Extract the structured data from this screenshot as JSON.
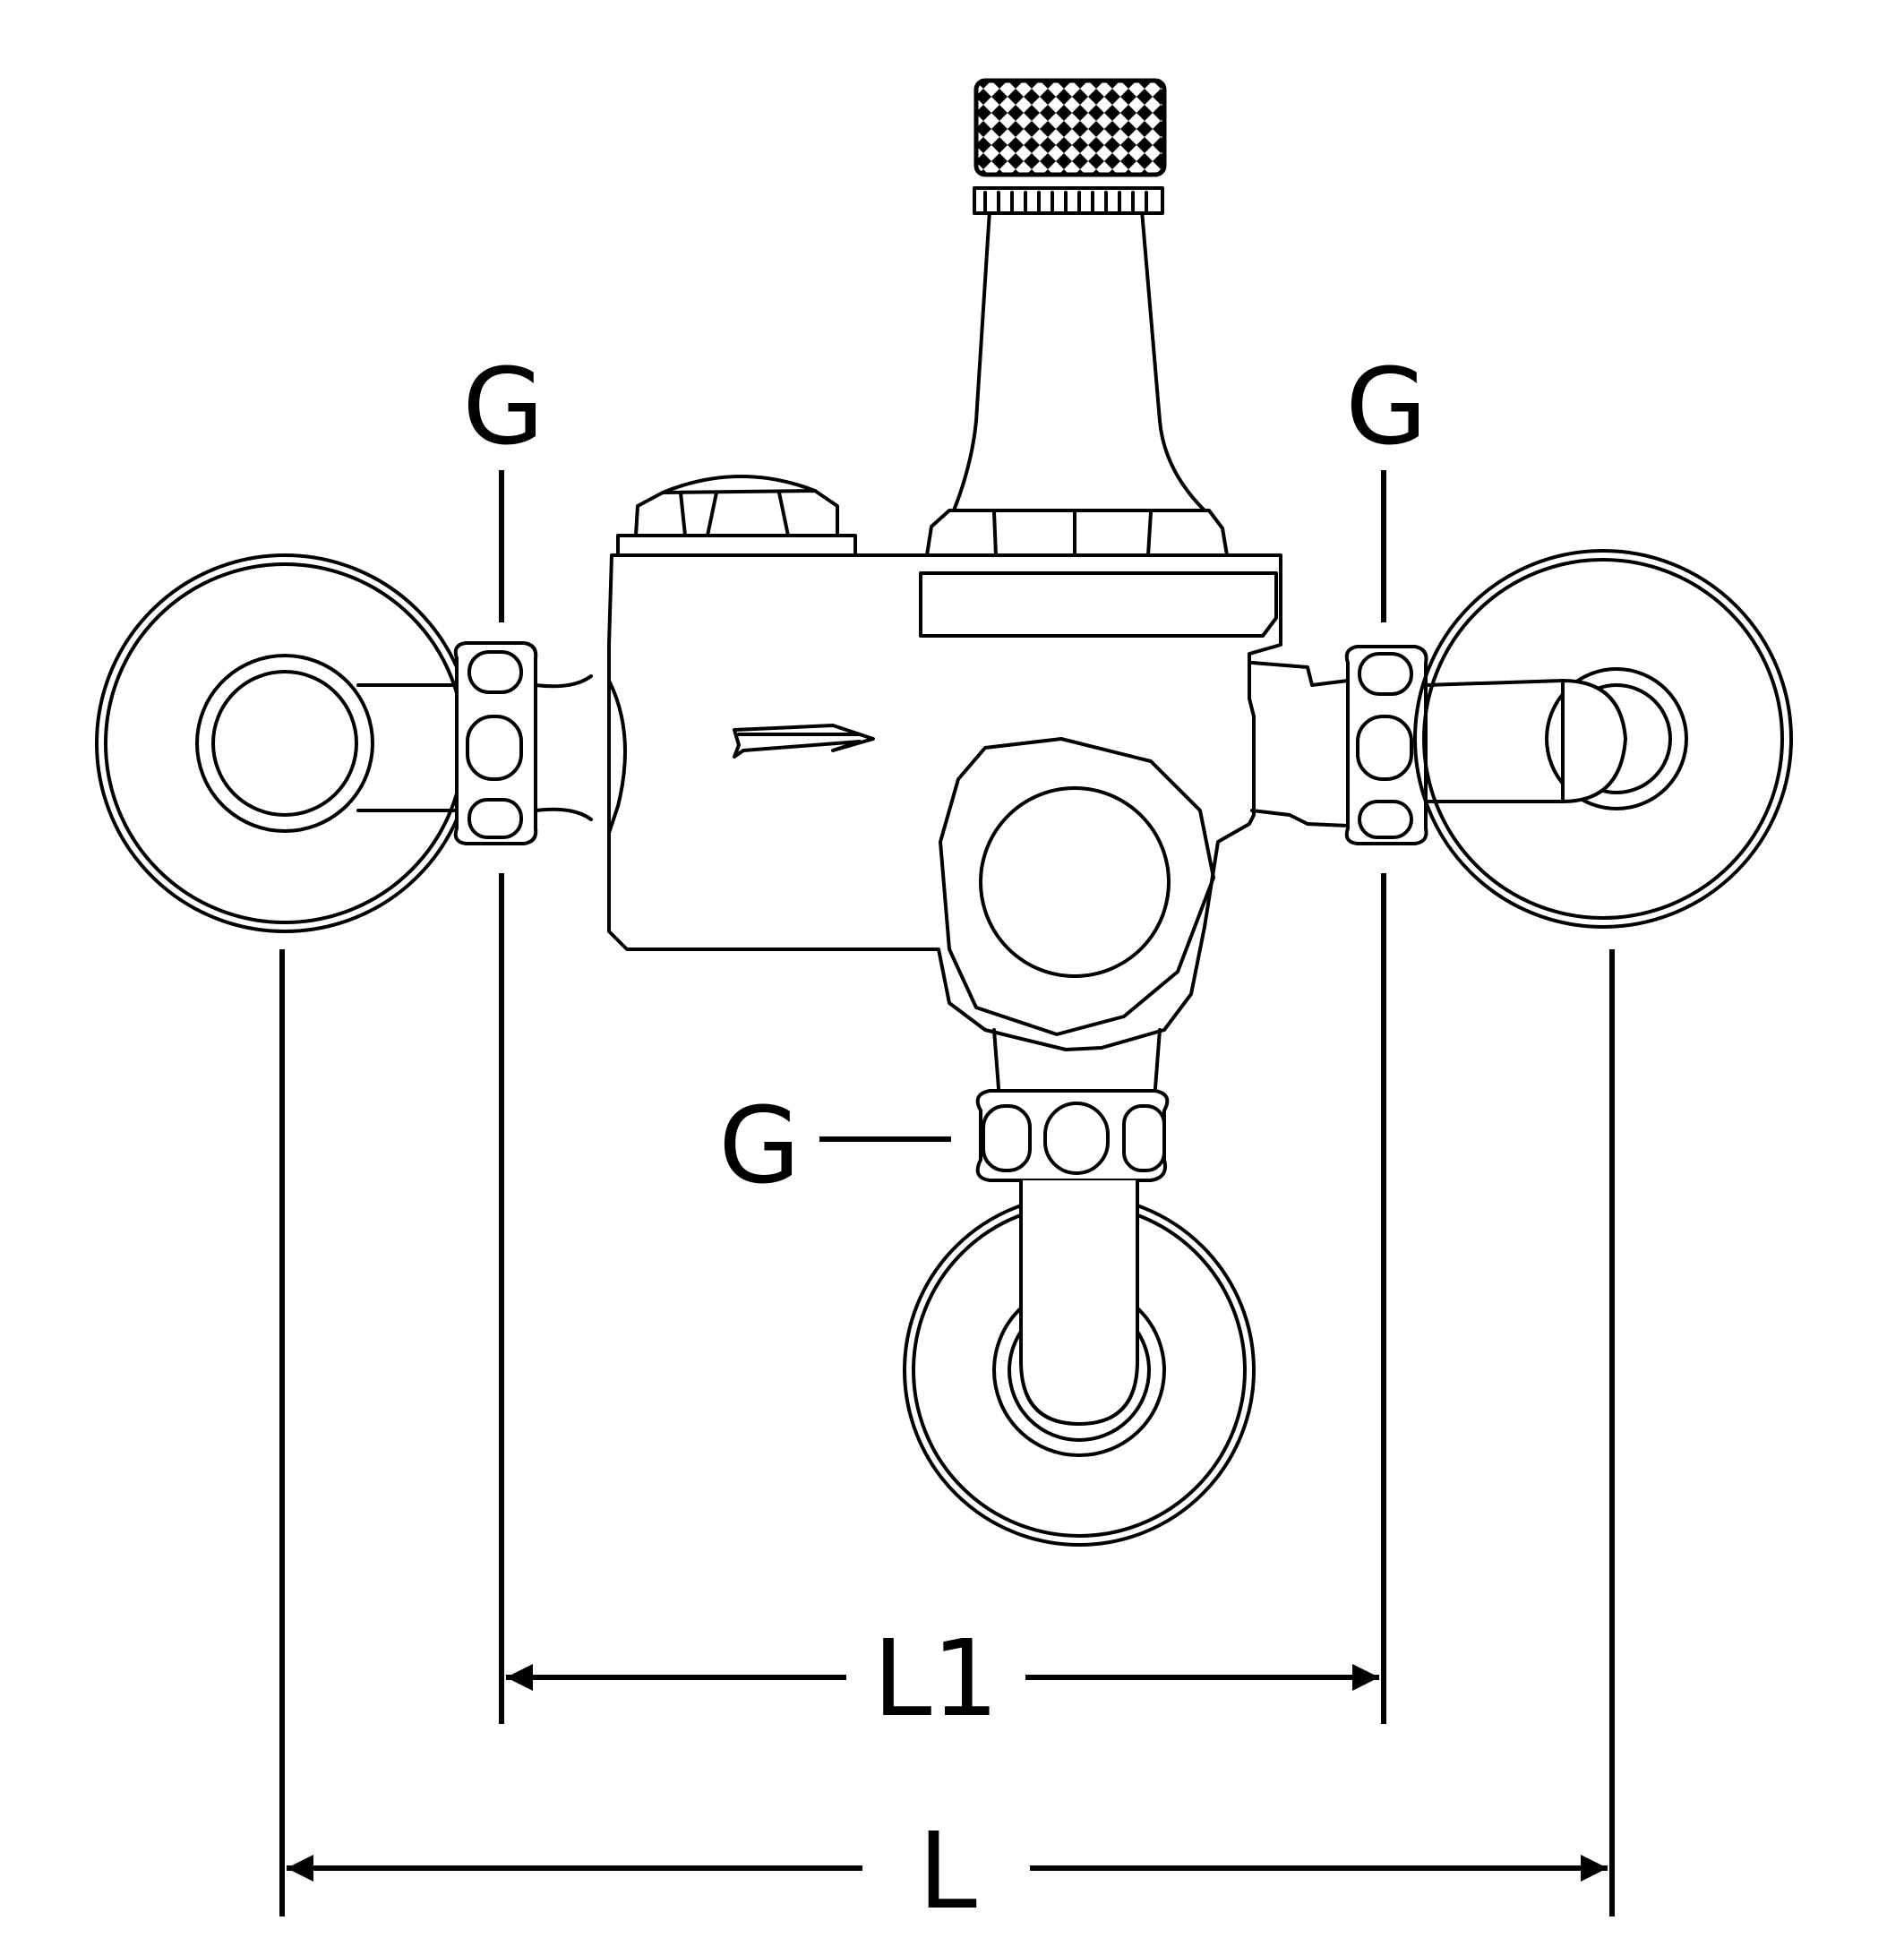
{
  "labels": {
    "g_left": "G",
    "g_right": "G",
    "g_bottom": "G",
    "l1": "L1",
    "l": "L"
  }
}
